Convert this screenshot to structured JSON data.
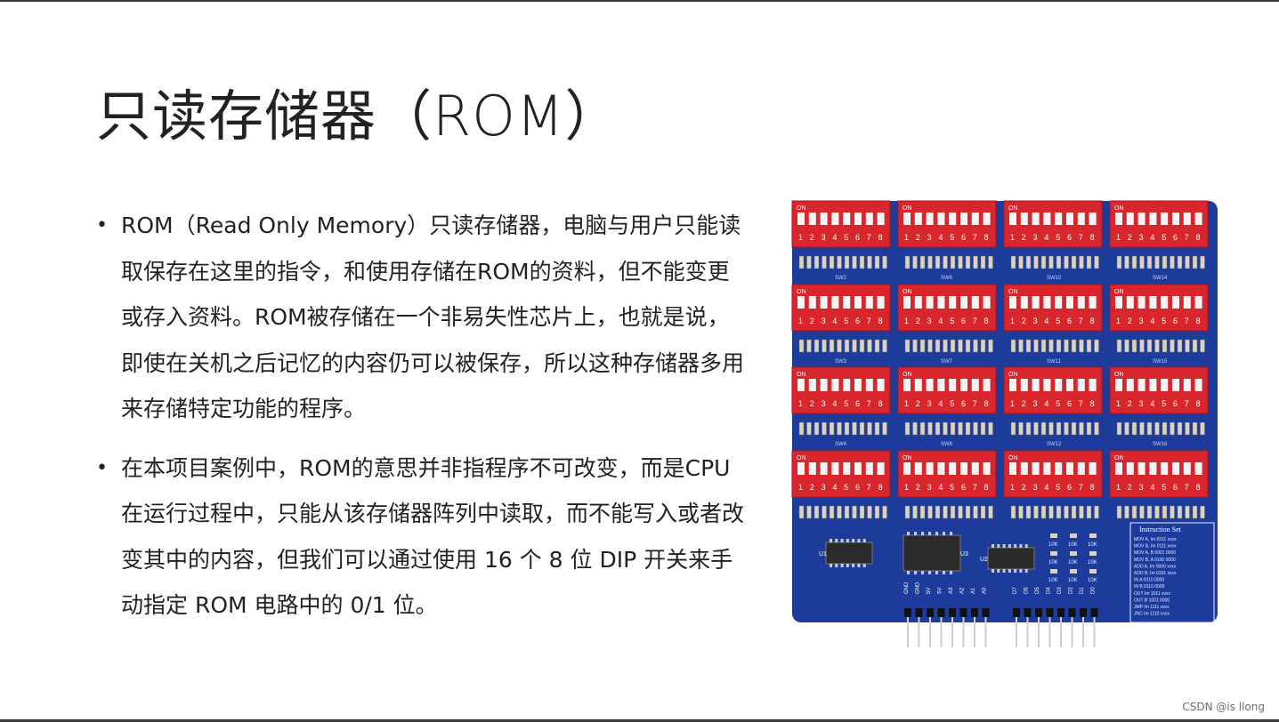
{
  "slide": {
    "title": "只读存储器（ROM）",
    "bullets": [
      "ROM（Read Only Memory）只读存储器，电脑与用户只能读取保存在这里的指令，和使用存储在ROM的资料，但不能变更或存入资料。ROM被存储在一个非易失性芯片上，也就是说，即使在关机之后记忆的内容仍可以被保存，所以这种存储器多用来存储特定功能的程序。",
      "在本项目案例中，ROM的意思并非指程序不可改变，而是CPU在运行过程中，只能从该存储器阵列中读取，而不能写入或者改变其中的内容，但我们可以通过使用 16 个 8 位 DIP 开关来手动指定 ROM 电路中的 0/1 位。"
    ]
  },
  "pcb": {
    "switch_on_label": "ON",
    "switch_numbers": [
      "1",
      "2",
      "3",
      "4",
      "5",
      "6",
      "7",
      "8"
    ],
    "row_labels": [
      [
        "SW2",
        "SW6",
        "SW10",
        "SW14"
      ],
      [
        "SW3",
        "SW7",
        "SW11",
        "SW15"
      ],
      [
        "SW4",
        "SW8",
        "SW12",
        "SW16"
      ]
    ],
    "chips": [
      "U1",
      "U3",
      "U2"
    ],
    "pins_left": [
      "GND",
      "GND",
      "5V",
      "5V",
      "A3",
      "A2",
      "A1",
      "A0"
    ],
    "pins_right": [
      "D7",
      "D6",
      "D5",
      "D4",
      "D3",
      "D2",
      "D1",
      "D0"
    ],
    "resistor_label": "10K",
    "instruction_set": {
      "title": "Instruction Set",
      "rows": [
        "MOV A, Im  0011 xxxx",
        "MOV B, Im  0111 xxxx",
        "MOV A, B   0001 0000",
        "MOV B, A   0100 0000",
        "ADD A, Im  0000 xxxx",
        "ADD B, Im  0101 xxxx",
        "IN  A      0010 0000",
        "IN  B      0110 0000",
        "OUT Im     1011 xxxx",
        "OUT B      1001 0000",
        "JMP Im     1111 xxxx",
        "JNC Im     1110 xxxx"
      ]
    },
    "colors": {
      "board": "#1d3b9a",
      "switch": "#d9262c",
      "switch_dark": "#a8161b"
    }
  },
  "watermark": "CSDN @is llong"
}
